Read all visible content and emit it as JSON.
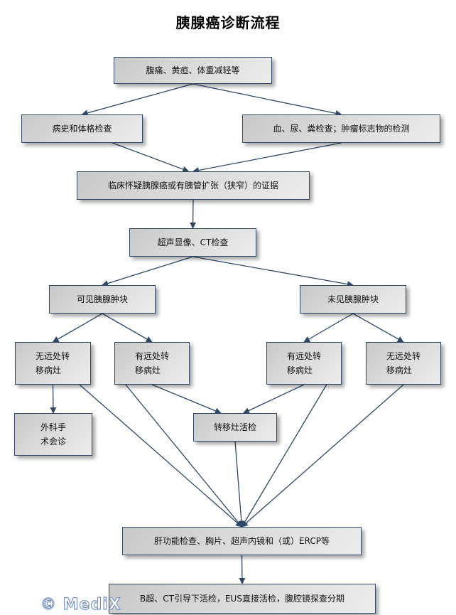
{
  "title": "胰腺癌诊断流程",
  "watermark": "© MediX",
  "colors": {
    "edge": "#2e4866",
    "node_border": "#2e4866",
    "node_fill_start": "#c8c8c8",
    "node_fill_end": "#ececec",
    "watermark_outline": "#7a93c0"
  },
  "nodes": [
    {
      "id": "n1",
      "label": "腹痛、黄疸、体重减轻等"
    },
    {
      "id": "n2",
      "label": "病史和体格检查"
    },
    {
      "id": "n3",
      "label": "血、尿、粪检查；肿瘤标志物的检测"
    },
    {
      "id": "n4",
      "label": "临床怀疑胰腺癌或有胰管扩张（狭窄）的证据"
    },
    {
      "id": "n5",
      "label": "超声显像、CT检查"
    },
    {
      "id": "n6",
      "label": "可见胰腺肿块"
    },
    {
      "id": "n7",
      "label": "未见胰腺肿块"
    },
    {
      "id": "n8",
      "label": "无远处转\n移病灶"
    },
    {
      "id": "n9",
      "label": "有远处转\n移病灶"
    },
    {
      "id": "n10",
      "label": "有远处转\n移病灶"
    },
    {
      "id": "n11",
      "label": "无远处转\n移病灶"
    },
    {
      "id": "n12",
      "label": "外科手\n术会诊"
    },
    {
      "id": "n13",
      "label": "转移灶活检"
    },
    {
      "id": "n14",
      "label": "肝功能检查、胸片、超声内镜和（或）ERCP等"
    },
    {
      "id": "n15",
      "label": "B超、CT引导下活检，EUS直接活检，腹腔镜探查分期"
    }
  ],
  "edges": [
    {
      "from": "n1",
      "to": "n2"
    },
    {
      "from": "n1",
      "to": "n3"
    },
    {
      "from": "n2",
      "to": "n4"
    },
    {
      "from": "n3",
      "to": "n4"
    },
    {
      "from": "n4",
      "to": "n5"
    },
    {
      "from": "n5",
      "to": "n6"
    },
    {
      "from": "n5",
      "to": "n7"
    },
    {
      "from": "n6",
      "to": "n8"
    },
    {
      "from": "n6",
      "to": "n9"
    },
    {
      "from": "n7",
      "to": "n10"
    },
    {
      "from": "n7",
      "to": "n11"
    },
    {
      "from": "n8",
      "to": "n12"
    },
    {
      "from": "n9",
      "to": "n13"
    },
    {
      "from": "n10",
      "to": "n13"
    },
    {
      "from": "n8",
      "to": "n14"
    },
    {
      "from": "n9",
      "to": "n14"
    },
    {
      "from": "n13",
      "to": "n14"
    },
    {
      "from": "n10",
      "to": "n14"
    },
    {
      "from": "n11",
      "to": "n14"
    },
    {
      "from": "n14",
      "to": "n15"
    }
  ]
}
